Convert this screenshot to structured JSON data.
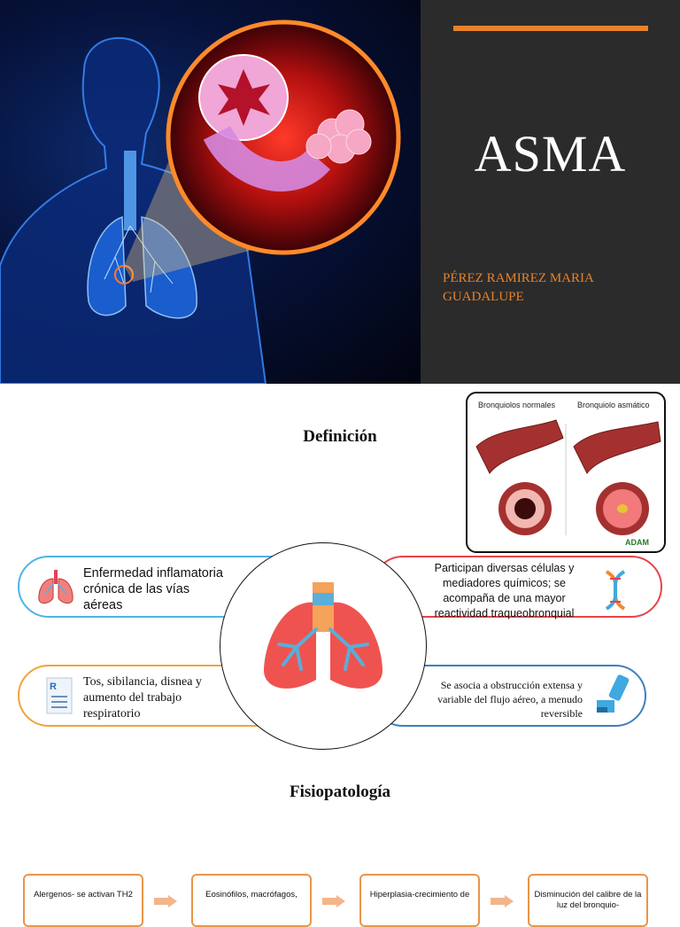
{
  "title_slide": {
    "title": "ASMA",
    "author": "PÉREZ RAMIREZ MARIA GUADALUPE",
    "accent_color": "#e8822a"
  },
  "definition": {
    "heading": "Definición",
    "image_captions": {
      "left": "Bronquiolos normales",
      "right": "Bronquiolo asmático",
      "logo": "ADAM"
    },
    "cards": [
      {
        "text": "Enfermedad inflamatoria crónica de las vías aéreas",
        "icon": "lungs-icon",
        "color": "#4fb3e6"
      },
      {
        "text": "Participan diversas células y mediadores químicos; se acompaña de una mayor reactividad traqueobronquial",
        "icon": "dna-icon",
        "color": "#e8434a"
      },
      {
        "text": "Tos, sibilancia, disnea y aumento del trabajo respiratorio",
        "icon": "prescription-icon",
        "color": "#f2a33a"
      },
      {
        "text": "Se asocia a obstrucción extensa y variable del flujo aéreo, a menudo reversible",
        "icon": "inhaler-icon",
        "color": "#3f7fbf"
      }
    ]
  },
  "fisiopatologia": {
    "heading": "Fisiopatología",
    "steps": [
      "Alergenos- se activan TH2",
      "Eosinófilos, macrófagos,",
      "Hiperplasia-crecimiento de",
      "Disminución del calibre de la luz del bronquio-"
    ]
  }
}
